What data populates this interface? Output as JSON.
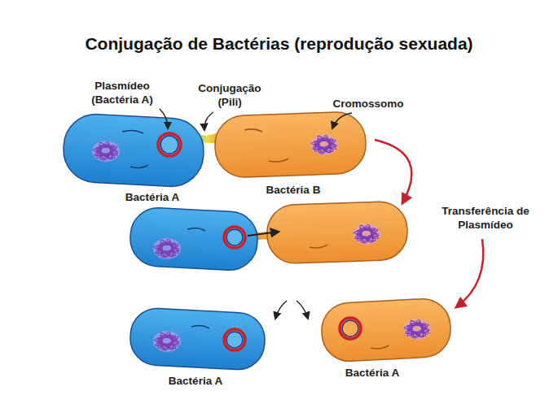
{
  "diagram": {
    "title": "Conjugação de Bactérias (reprodução sexuada)",
    "labels": [
      "Plasmídeo (Bactéria A)",
      "Conjugação (Pili)",
      "Cromossomo",
      "Bactéria A",
      "Bactéria B",
      "Transferência de Plasmídeo",
      "Bactéria A",
      "Bactéria A"
    ]
  }
}
